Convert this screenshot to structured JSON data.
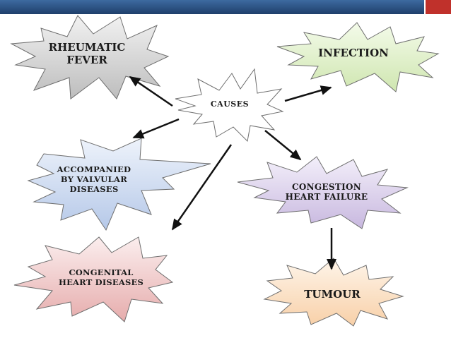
{
  "slide": {
    "top_bar_colors": [
      "#2c5587",
      "#1f3f6b",
      "#c0312b"
    ]
  },
  "diagram": {
    "center": {
      "label": "CAUSES"
    },
    "nodes": {
      "rheumatic_fever": {
        "label": "RHEUMATIC\nFEVER",
        "fill": "#d8d8d8"
      },
      "infection": {
        "label": "INFECTION",
        "fill": "#dff0c8"
      },
      "valvular": {
        "label": "ACCOMPANIED\nBY VALVULAR\nDISEASES",
        "fill": "#c8d6ef"
      },
      "congestion": {
        "label": "CONGESTION\nHEART FAILURE",
        "fill": "#dcd2ea"
      },
      "congenital": {
        "label": "CONGENITAL\nHEART DISEASES",
        "fill": "#efc6c6"
      },
      "tumour": {
        "label": "TUMOUR",
        "fill": "#fbe2c8"
      }
    }
  }
}
